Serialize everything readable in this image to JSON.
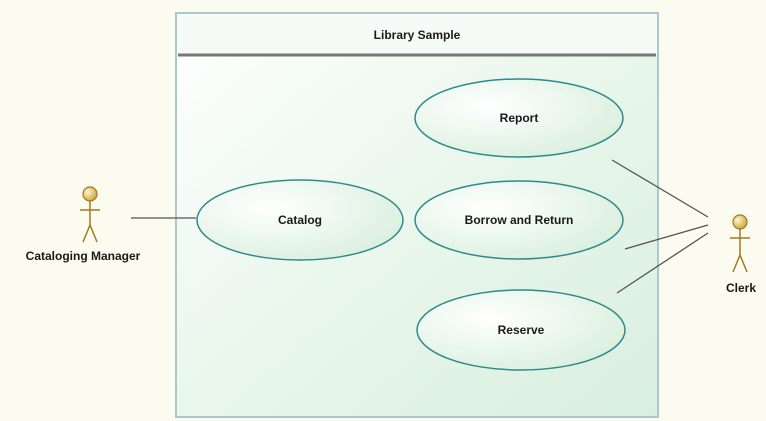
{
  "diagram": {
    "system": {
      "title": "Library Sample"
    },
    "actors": {
      "cataloging_manager": "Cataloging Manager",
      "clerk": "Clerk"
    },
    "use_cases": {
      "report": "Report",
      "catalog": "Catalog",
      "borrow_and_return": "Borrow and Return",
      "reserve": "Reserve"
    }
  },
  "colors": {
    "canvas": "#fbfbef",
    "boundary_stroke": "#a9c9cf",
    "boundary_fill_light": "#ffffff",
    "boundary_fill_tint": "#dff2e4",
    "title_bar": "#f7fbf8",
    "title_rule": "#777777",
    "usecase_fill": "#e0f1e2",
    "usecase_stroke": "#2f8a8a",
    "actor_fill": "#f0d98c",
    "actor_stroke": "#a07a20",
    "association": "#555555"
  }
}
